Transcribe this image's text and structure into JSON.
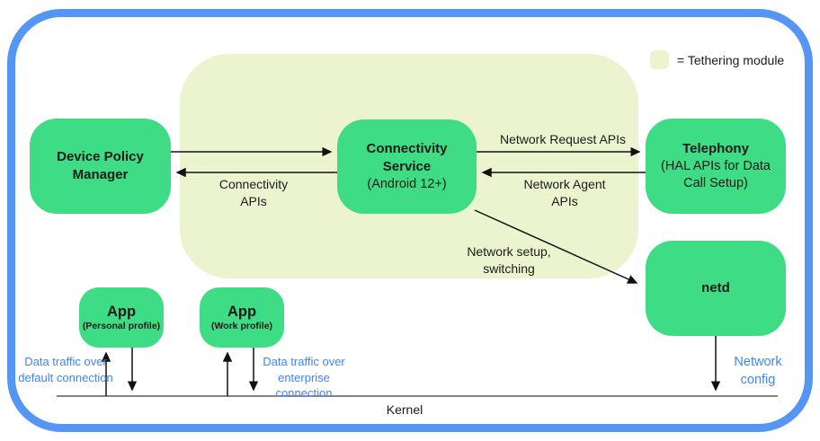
{
  "colors": {
    "box_green": "#3edc84",
    "tethering_fill": "#ebf3cf",
    "frame_blue": "#5596f5",
    "blue_label_text": "#4285f4",
    "arrow_stroke": "#111111"
  },
  "legend": {
    "label": "= Tethering module"
  },
  "boxes": {
    "device_policy_manager": {
      "title": "Device Policy Manager"
    },
    "connectivity_service": {
      "title": "Connectivity Service",
      "subtitle": "(Android 12+)"
    },
    "telephony": {
      "title": "Telephony",
      "subtitle": "(HAL APIs for Data Call Setup)"
    },
    "netd": {
      "title": "netd"
    },
    "app_personal": {
      "title": "App",
      "subtitle": "(Personal profile)"
    },
    "app_work": {
      "title": "App",
      "subtitle": "(Work profile)"
    }
  },
  "edge_labels": {
    "connectivity_apis": "Connectivity APIs",
    "network_request_apis": "Network Request APIs",
    "network_agent_apis": "Network Agent APIs",
    "network_setup_switching": "Network setup, switching",
    "data_traffic_default": "Data traffic over default connection",
    "data_traffic_enterprise": "Data traffic over enterprise connection",
    "network_config": "Network config",
    "kernel": "Kernel"
  }
}
